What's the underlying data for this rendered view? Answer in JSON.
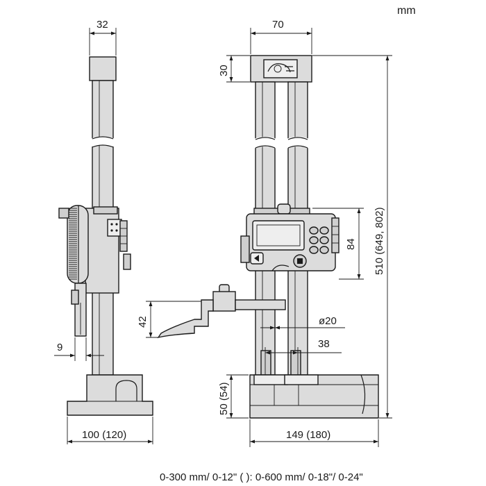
{
  "unit_label": "mm",
  "dimensions": {
    "side_column_width": "32",
    "head_width": "70",
    "head_height": "30",
    "overall_height": "510 (649, 802)",
    "unit_height": "84",
    "probe_height": "42",
    "column_diameter": "ø20",
    "column_spacing": "38",
    "scriber_offset": "9",
    "base_height": "50 (54)",
    "base_depth": "100 (120)",
    "base_width": "149 (180)"
  },
  "footnote": "0-300 mm/ 0-12\" ( ): 0-600 mm/ 0-18\"/ 0-24\""
}
